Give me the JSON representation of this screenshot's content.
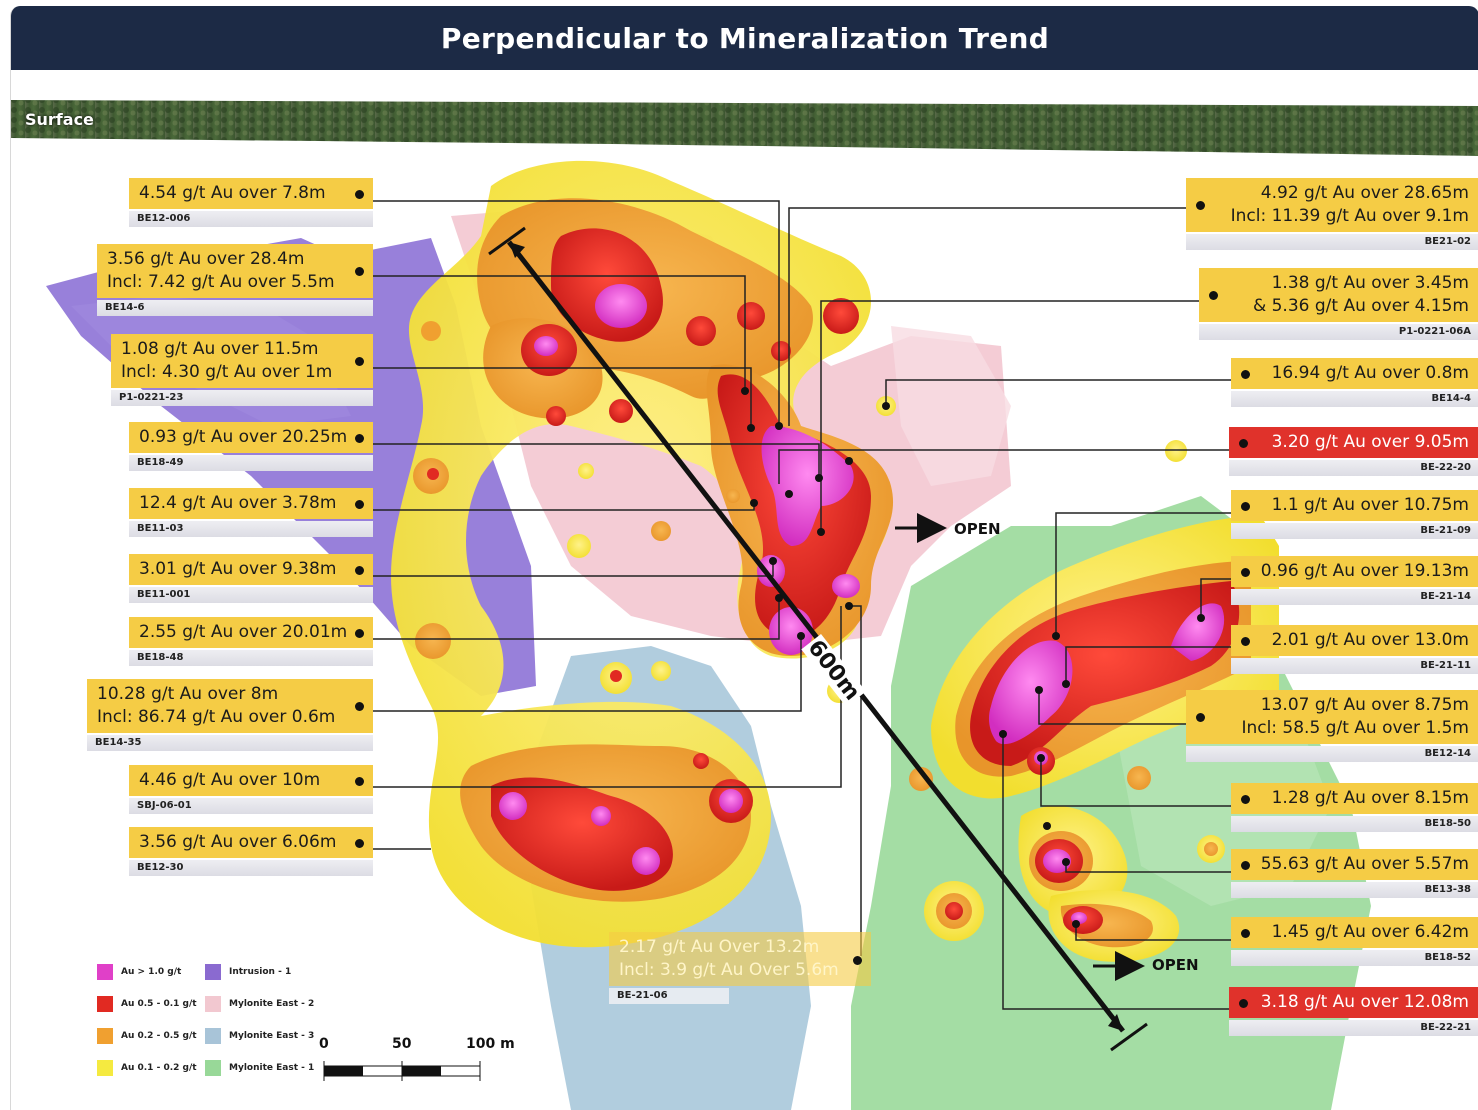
{
  "title": "Perpendicular to Mineralization Trend",
  "surface_label": "Surface",
  "open_label": "OPEN",
  "distance_label": "600m",
  "left_labels": [
    {
      "lines": [
        "4.54 g/t Au over 7.8m"
      ],
      "hole": "BE12-006"
    },
    {
      "lines": [
        "3.56 g/t Au over 28.4m",
        "Incl: 7.42 g/t Au over 5.5m"
      ],
      "hole": "BE14-6"
    },
    {
      "lines": [
        "1.08 g/t Au over 11.5m",
        "Incl: 4.30 g/t Au over 1m"
      ],
      "hole": "P1-0221-23"
    },
    {
      "lines": [
        "0.93 g/t Au over 20.25m"
      ],
      "hole": "BE18-49"
    },
    {
      "lines": [
        "12.4 g/t Au over 3.78m"
      ],
      "hole": "BE11-03"
    },
    {
      "lines": [
        "3.01 g/t Au over 9.38m"
      ],
      "hole": "BE11-001"
    },
    {
      "lines": [
        "2.55 g/t Au over 20.01m"
      ],
      "hole": "BE18-48"
    },
    {
      "lines": [
        "10.28 g/t Au over 8m",
        "Incl: 86.74 g/t Au over 0.6m"
      ],
      "hole": "BE14-35"
    },
    {
      "lines": [
        "4.46 g/t Au over 10m"
      ],
      "hole": "SBJ-06-01"
    },
    {
      "lines": [
        "3.56 g/t Au over 6.06m"
      ],
      "hole": "BE12-30"
    }
  ],
  "right_labels": [
    {
      "lines": [
        "4.92 g/t Au over 28.65m",
        "Incl: 11.39 g/t Au over 9.1m"
      ],
      "hole": "BE21-02"
    },
    {
      "lines": [
        "1.38 g/t Au over 3.45m",
        "& 5.36 g/t Au over 4.15m"
      ],
      "hole": "P1-0221-06A"
    },
    {
      "lines": [
        "16.94 g/t Au over 0.8m"
      ],
      "hole": "BE14-4"
    },
    {
      "lines": [
        "3.20 g/t Au over 9.05m"
      ],
      "hole": "BE-22-20",
      "red": true
    },
    {
      "lines": [
        "1.1 g/t Au over 10.75m"
      ],
      "hole": "BE-21-09"
    },
    {
      "lines": [
        "0.96 g/t Au over 19.13m"
      ],
      "hole": "BE-21-14"
    },
    {
      "lines": [
        "2.01 g/t Au over 13.0m"
      ],
      "hole": "BE-21-11"
    },
    {
      "lines": [
        "13.07 g/t Au over 8.75m",
        "Incl: 58.5 g/t Au over 1.5m"
      ],
      "hole": "BE12-14"
    },
    {
      "lines": [
        "1.28 g/t Au over 8.15m"
      ],
      "hole": "BE18-50"
    },
    {
      "lines": [
        "55.63 g/t Au over 5.57m"
      ],
      "hole": "BE13-38"
    },
    {
      "lines": [
        "1.45 g/t Au over 6.42m"
      ],
      "hole": "BE18-52"
    },
    {
      "lines": [
        "3.18 g/t Au over 12.08m"
      ],
      "hole": "BE-22-21",
      "red": true
    }
  ],
  "bottom_label": {
    "lines": [
      "2.17 g/t Au Over 13.2m",
      "Incl: 3.9 g/t Au Over 5.6m"
    ],
    "hole": "BE-21-06"
  },
  "legend": [
    {
      "label": "Au > 1.0 g/t",
      "color": "#e040c8"
    },
    {
      "label": "Au 0.5 - 0.1 g/t",
      "color": "#e12a22"
    },
    {
      "label": "Au 0.2 - 0.5 g/t",
      "color": "#f0a030"
    },
    {
      "label": "Au 0.1 - 0.2 g/t",
      "color": "#f5ea40"
    },
    {
      "label": "Intrusion - 1",
      "color": "#8a6ad0"
    },
    {
      "label": "Mylonite East - 2",
      "color": "#f2c8d0"
    },
    {
      "label": "Mylonite East - 3",
      "color": "#a8c4d8"
    },
    {
      "label": "Mylonite East - 1",
      "color": "#98d898"
    }
  ],
  "scale_bar": {
    "ticks": [
      "0",
      "50",
      "100 m"
    ]
  }
}
